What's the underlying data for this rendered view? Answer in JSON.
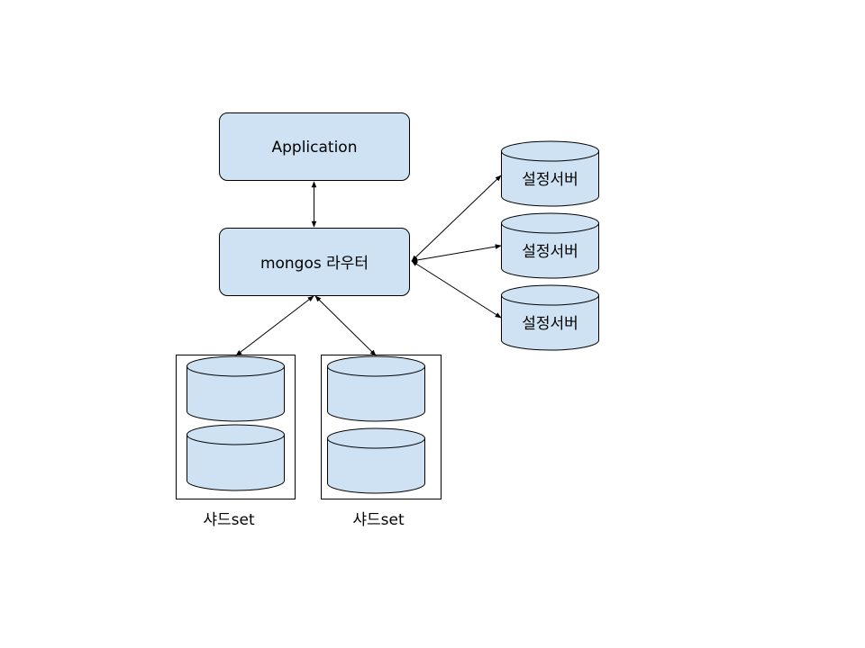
{
  "nodes": {
    "application": {
      "label": "Application"
    },
    "router": {
      "label": "mongos 라우터"
    },
    "config_servers": [
      {
        "label": "설정서버"
      },
      {
        "label": "설정서버"
      },
      {
        "label": "설정서버"
      }
    ],
    "shard_sets": [
      {
        "label": "샤드set"
      },
      {
        "label": "샤드set"
      }
    ]
  },
  "colors": {
    "node_fill": "#cfe2f3",
    "stroke": "#000000"
  }
}
